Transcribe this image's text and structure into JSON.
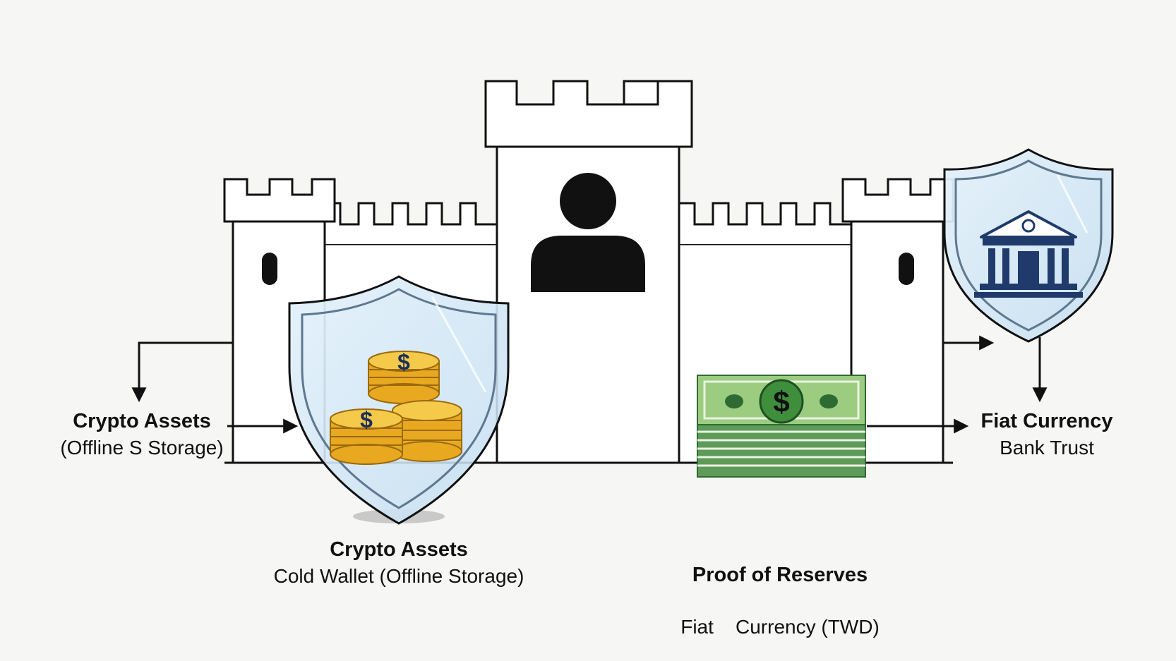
{
  "labels": {
    "left": {
      "title": "Crypto Assets",
      "subtitle": "(Offline S Storage)"
    },
    "right": {
      "title": "Fiat Currency",
      "subtitle": "Bank Trust"
    },
    "bottom_left": {
      "title": "Crypto Assets",
      "subtitle": "Cold Wallet (Offline Storage)"
    },
    "bottom_right": {
      "title": "Proof of Reserves",
      "subtitle": "Fiat    Currency (TWD)"
    }
  },
  "symbols": {
    "dollar": "$"
  },
  "colors": {
    "outline": "#111111",
    "shield_glass": "#cfe6f5",
    "shield_edge": "#5e7890",
    "coin": "#e8a820",
    "coin_dark": "#9a6a0c",
    "bill": "#9ccc80",
    "bill_dark": "#2e6b32",
    "bank_navy": "#1f3a6b"
  },
  "icons": [
    "castle-icon",
    "person-icon",
    "shield-icon",
    "coin-stack-icon",
    "banknote-stack-icon",
    "bank-icon",
    "arrow-icon"
  ]
}
